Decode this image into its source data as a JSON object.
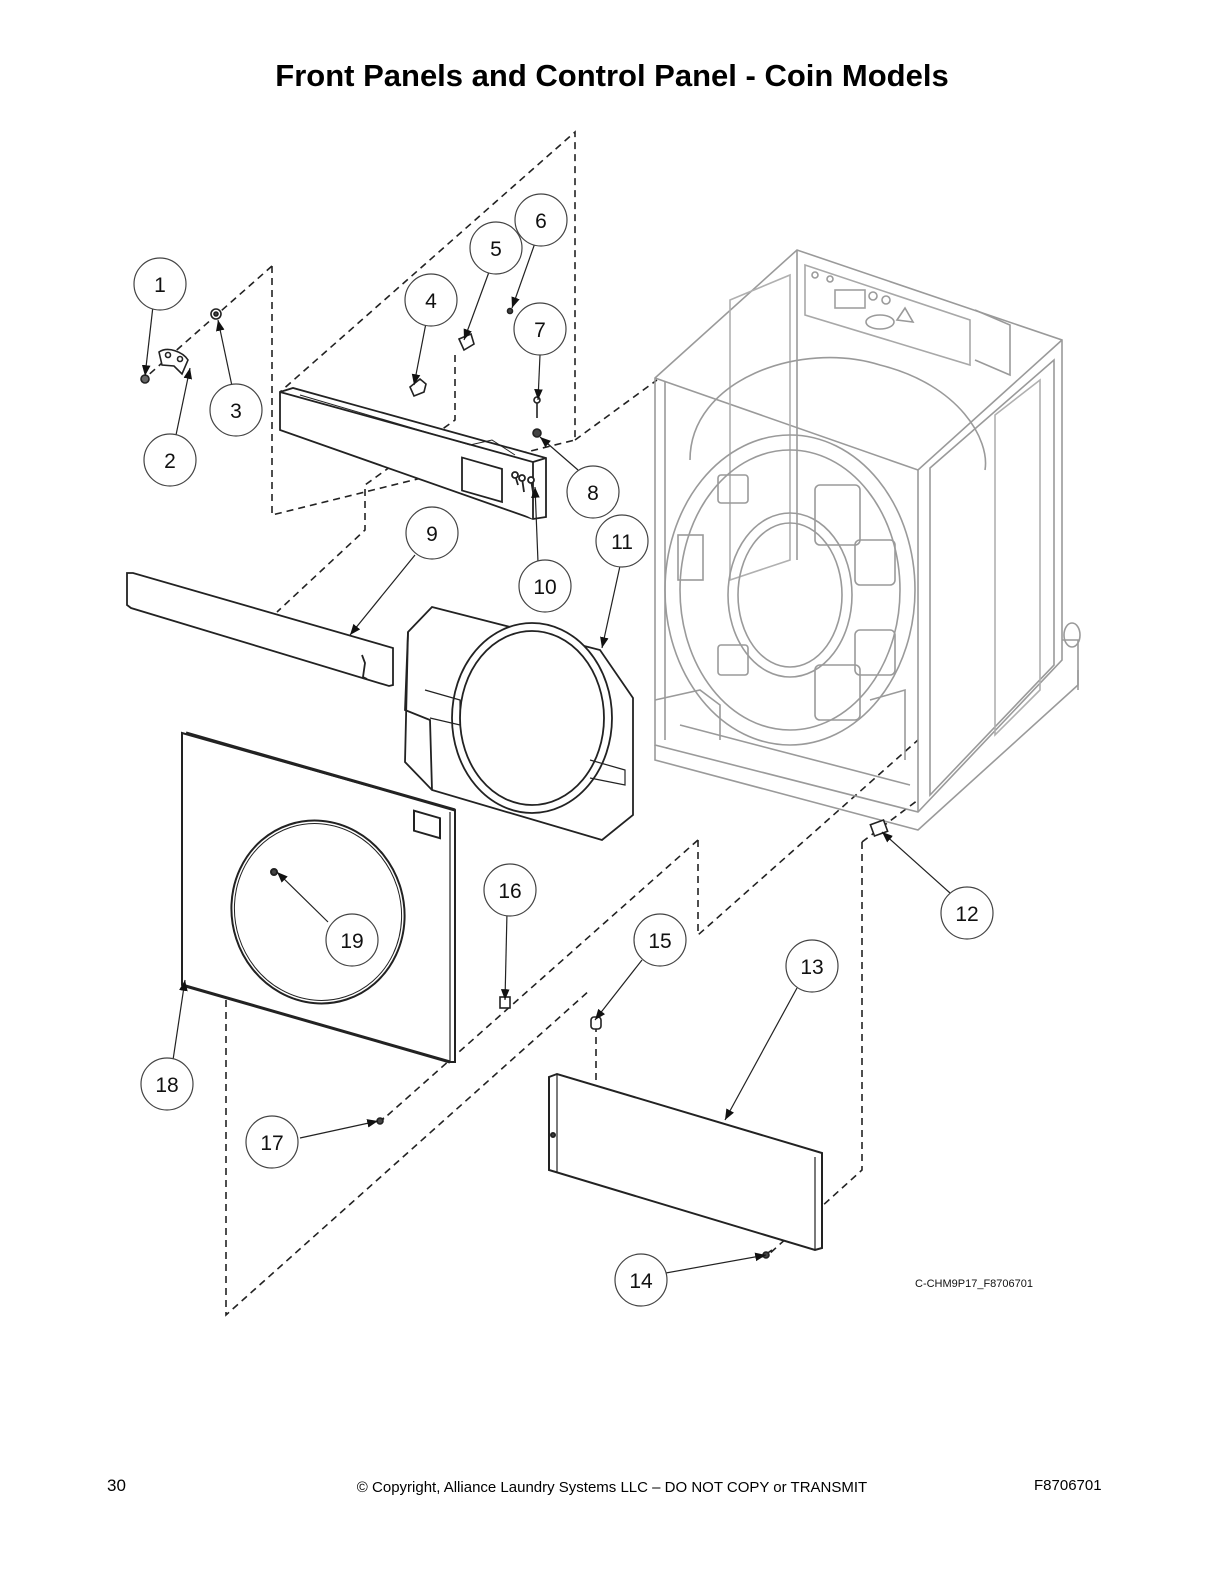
{
  "title": "Front Panels and Control Panel - Coin Models",
  "figure_ref": "C-CHM9P17_F8706701",
  "callouts": [
    "1",
    "2",
    "3",
    "4",
    "5",
    "6",
    "7",
    "8",
    "9",
    "10",
    "11",
    "12",
    "13",
    "14",
    "15",
    "16",
    "17",
    "18",
    "19"
  ],
  "footer": {
    "page_number": "30",
    "copyright": "© Copyright, Alliance Laundry Systems LLC – DO NOT COPY or TRANSMIT",
    "doc_number": "F8706701"
  }
}
